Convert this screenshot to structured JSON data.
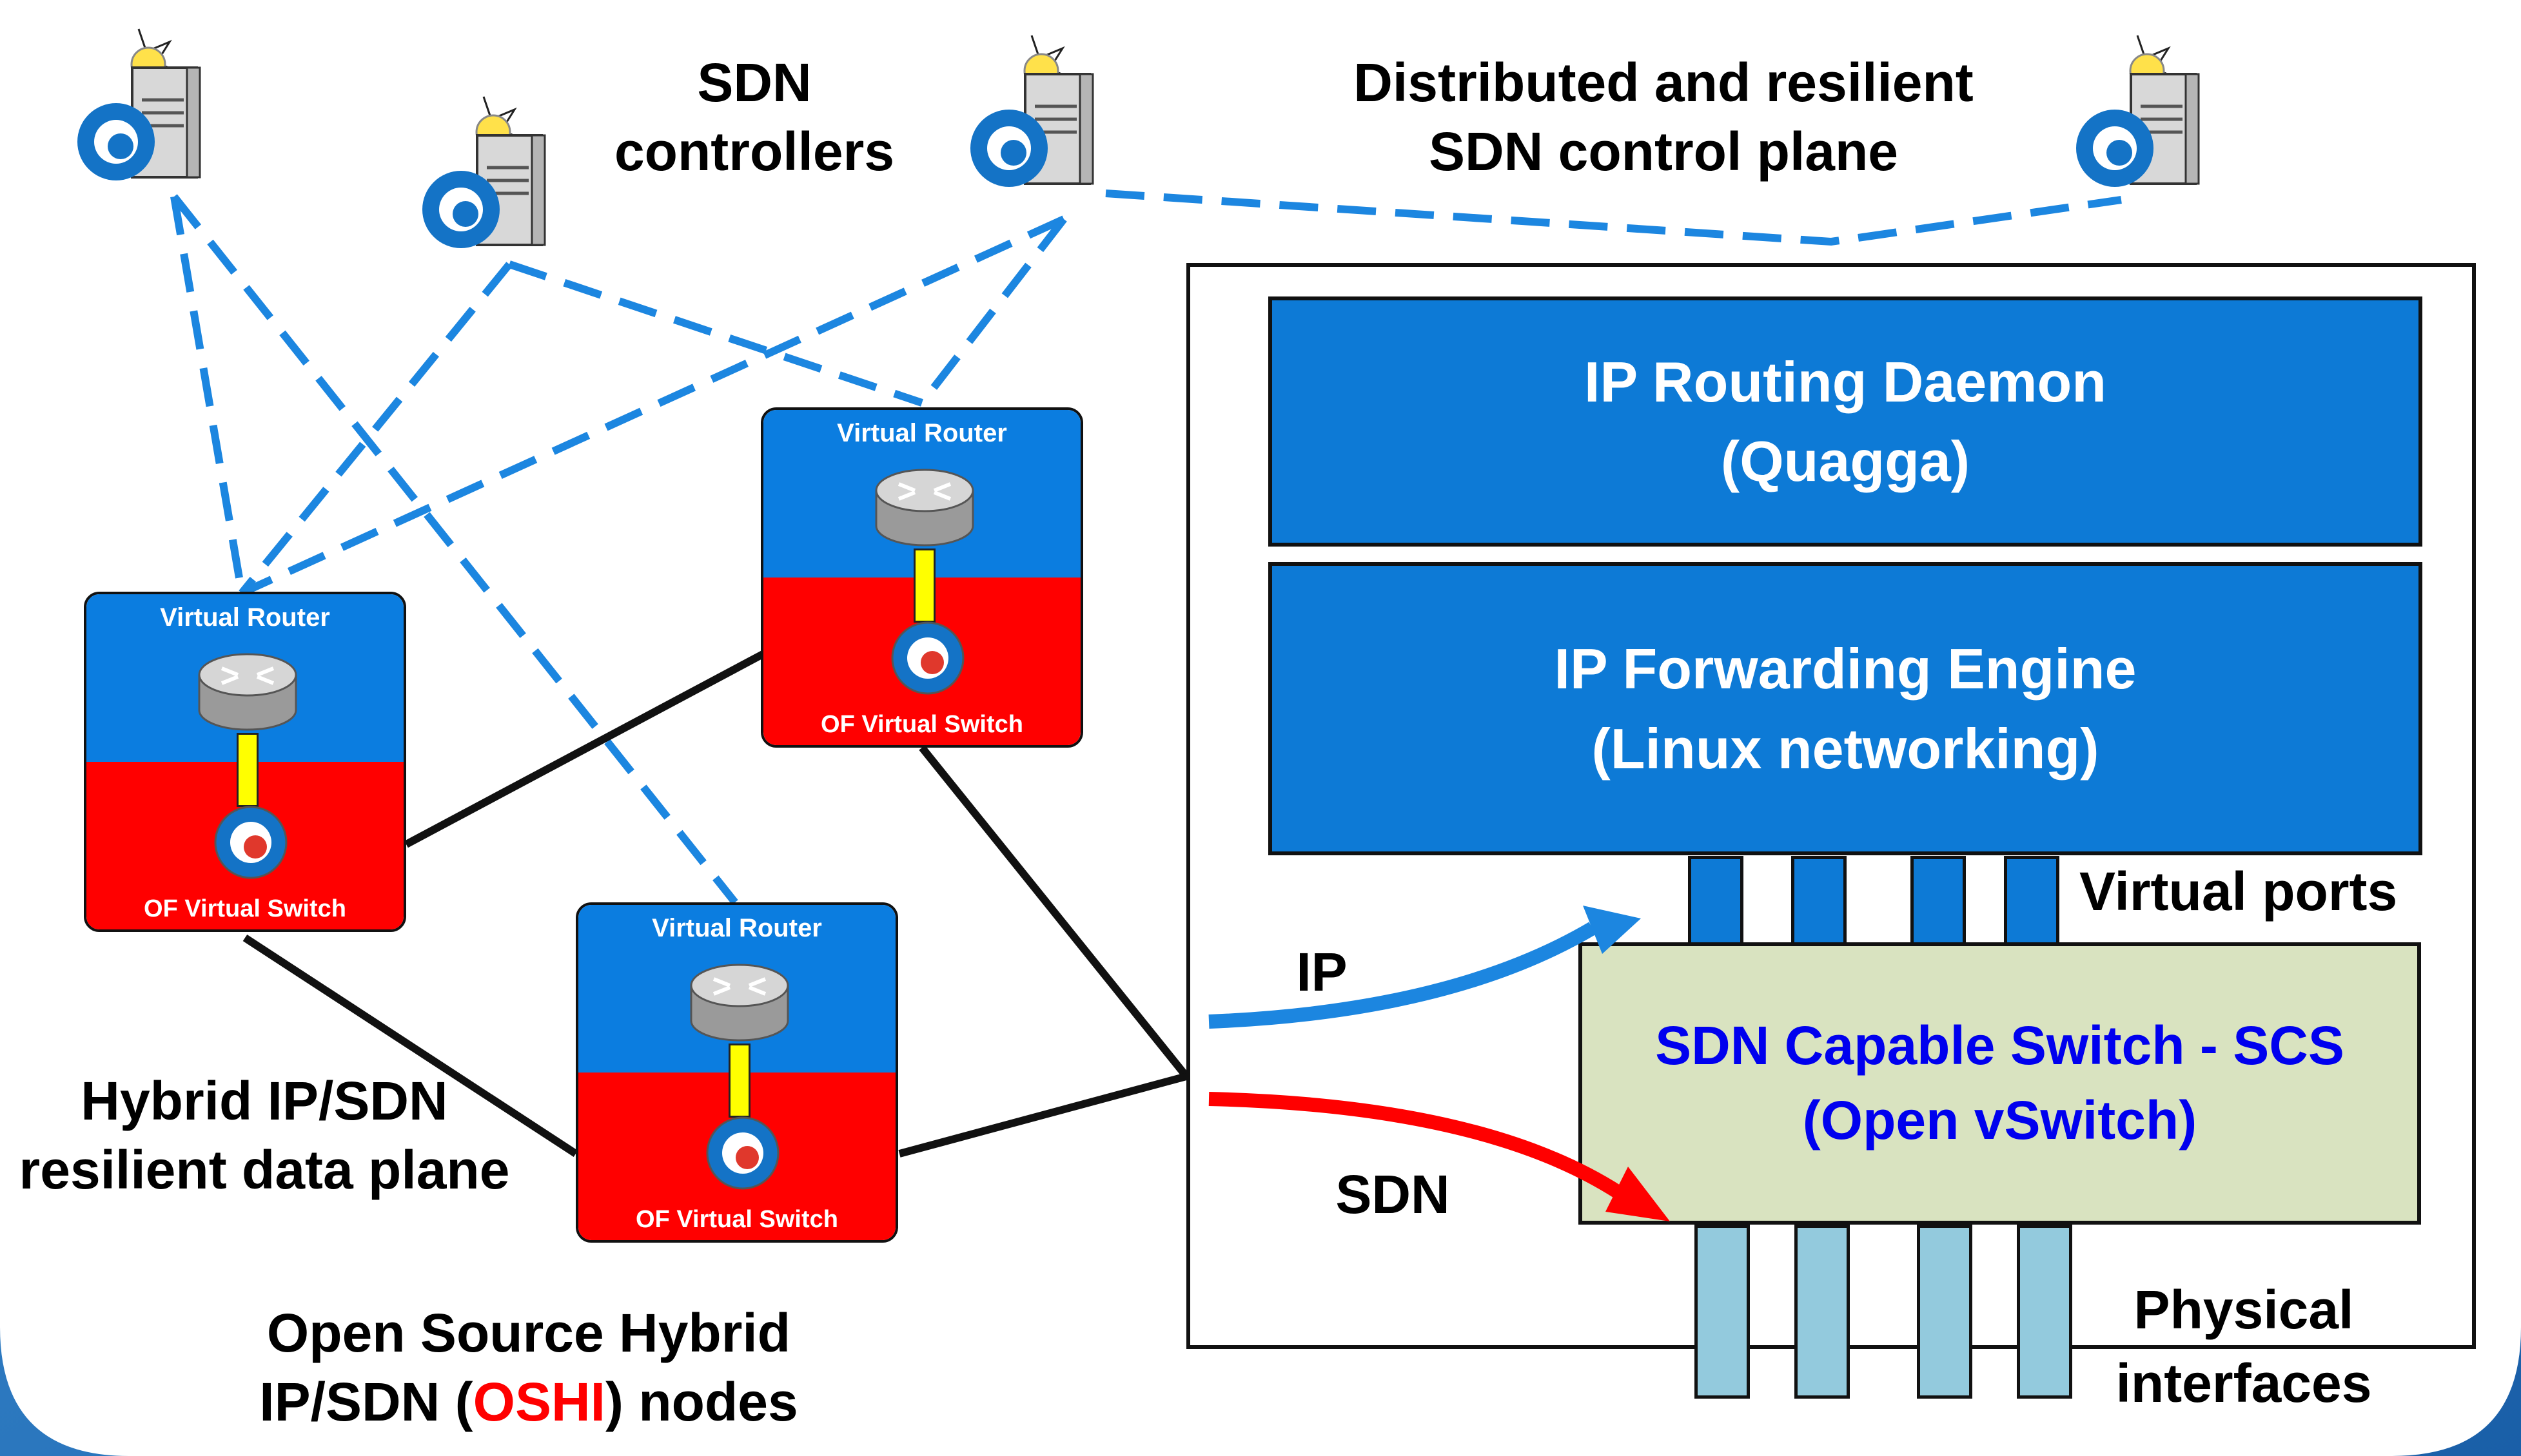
{
  "labels": {
    "sdn_controllers": [
      "SDN",
      "controllers"
    ],
    "control_plane": [
      "Distributed and resilient",
      "SDN control plane"
    ],
    "data_plane": [
      "Hybrid IP/SDN",
      "resilient data plane"
    ],
    "oshi_line1": "Open Source Hybrid",
    "oshi_pre": "IP/SDN (",
    "oshi_acronym": "OSHI",
    "oshi_post": ") nodes",
    "virtual_ports": "Virtual ports",
    "physical_interfaces": [
      "Physical",
      "interfaces"
    ],
    "ip_arrow": "IP",
    "sdn_arrow": "SDN"
  },
  "node_box": {
    "routing_daemon": [
      "IP Routing Daemon",
      "(Quagga)"
    ],
    "forwarding_engine": [
      "IP Forwarding Engine",
      "(Linux networking)"
    ],
    "scs": [
      "SDN Capable Switch - SCS",
      "(Open vSwitch)"
    ]
  },
  "nodes": [
    {
      "top_label": "Virtual Router",
      "bottom_label": "OF Virtual Switch"
    },
    {
      "top_label": "Virtual Router",
      "bottom_label": "OF Virtual Switch"
    },
    {
      "top_label": "Virtual Router",
      "bottom_label": "OF Virtual Switch"
    }
  ],
  "controllers_count": 4,
  "colors": {
    "accent_blue": "#0b7de0",
    "switch_red": "#ff0000",
    "link_yellow": "#ffff00",
    "scs_fill": "#d9e3c0",
    "scs_text": "#0000ee",
    "dashed_link": "#1c86e0",
    "oshi_red": "#ff0000"
  }
}
